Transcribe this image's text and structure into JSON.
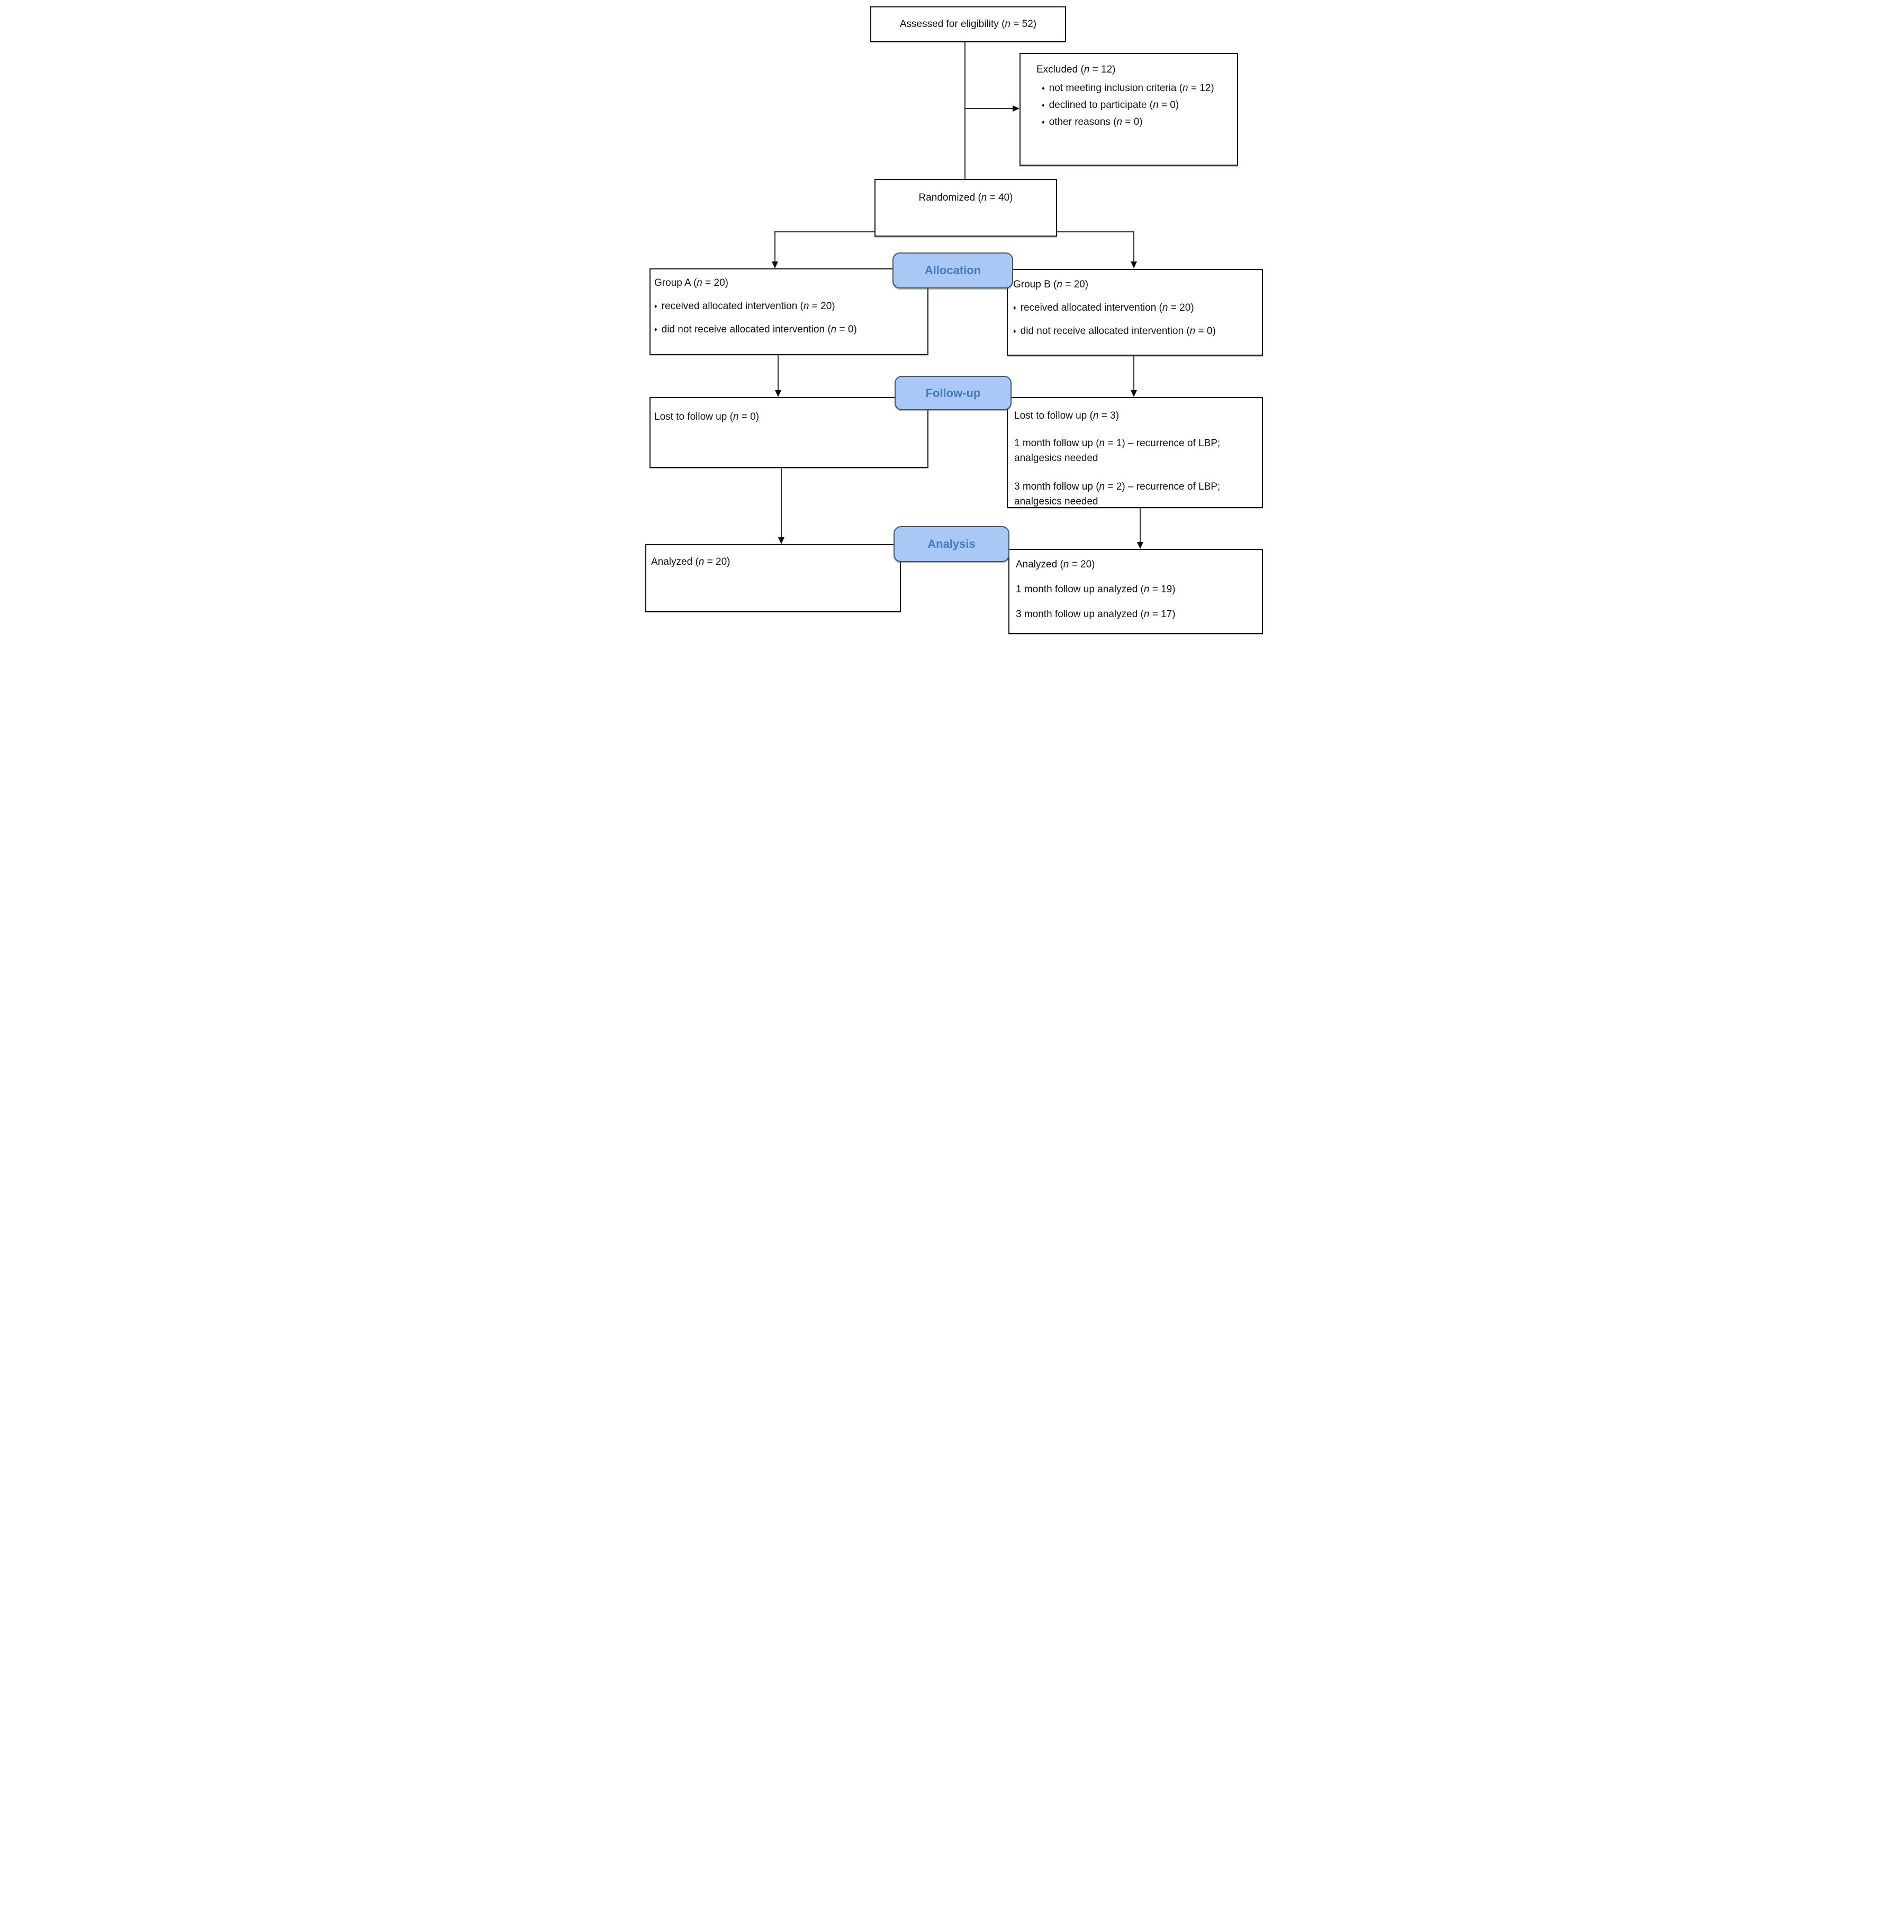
{
  "diagram_type": "consort-flow",
  "bullet_glyph": "♦",
  "colors": {
    "badge_fill": "#a9c8f5",
    "badge_border": "#49535e",
    "badge_text": "#4579bc",
    "box_border": "#161616",
    "connector": "#2d2d2d",
    "background": "#ffffff"
  },
  "badges": {
    "allocation": "Allocation",
    "followup": "Follow-up",
    "analysis": "Analysis"
  },
  "boxes": {
    "assessed": {
      "label": "Assessed for eligibility (n = 52)"
    },
    "excluded": {
      "title": "Excluded (n = 12)",
      "bullets": [
        "not meeting inclusion criteria (n = 12)",
        "declined to participate (n = 0)",
        "other reasons (n = 0)"
      ]
    },
    "randomized": {
      "label": "Randomized (n = 40)"
    },
    "group_a": {
      "title": "Group A (n = 20)",
      "bullets": [
        "received allocated intervention (n = 20)",
        "did not receive allocated intervention (n = 0)"
      ]
    },
    "group_b": {
      "title": "Group B (n = 20)",
      "bullets": [
        "received allocated intervention (n = 20)",
        "did not receive allocated intervention (n = 0)"
      ]
    },
    "lost_a": {
      "title": "Lost to follow up (n = 0)"
    },
    "lost_b": {
      "title": "Lost to follow up (n = 3)",
      "paragraphs": [
        "1 month follow up (n = 1) – recurrence of LBP; analgesics needed",
        "3 month follow up (n = 2) – recurrence of LBP; analgesics needed"
      ]
    },
    "analyzed_a": {
      "title": "Analyzed (n = 20)"
    },
    "analyzed_b": {
      "title": "Analyzed (n = 20)",
      "lines": [
        "1 month follow up analyzed (n = 19)",
        "3 month follow up analyzed (n = 17)"
      ]
    }
  }
}
